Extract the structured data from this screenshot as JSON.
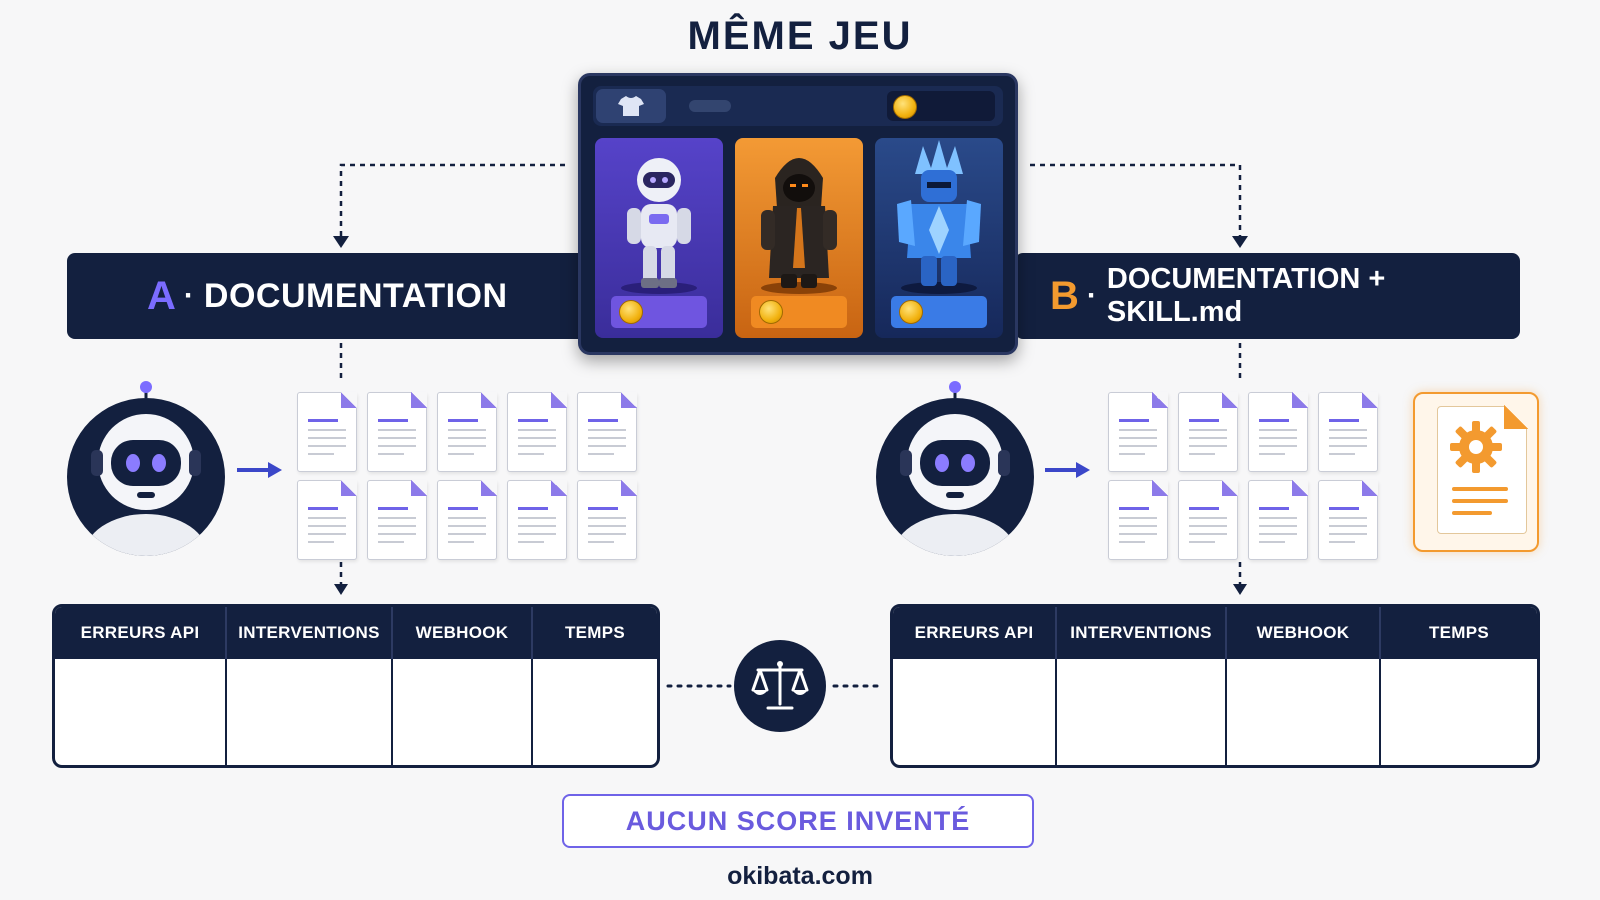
{
  "title": "MÊME JEU",
  "variant_a": {
    "letter": "A",
    "separator": "·",
    "label": "DOCUMENTATION"
  },
  "variant_b": {
    "letter": "B",
    "separator": "·",
    "label": "DOCUMENTATION + SKILL.md"
  },
  "shop": {
    "tab_icon": "tshirt-icon",
    "cards": [
      {
        "name": "astronaut-robot-skin",
        "color": "#4b3bb8",
        "button_color": "#6f55e0"
      },
      {
        "name": "hooded-ninja-skin",
        "color": "#e07a1c",
        "button_color": "#f08a22"
      },
      {
        "name": "crystal-knight-skin",
        "color": "#1f3a78",
        "button_color": "#3a7be6"
      }
    ]
  },
  "metrics_columns": [
    "ERREURS API",
    "INTERVENTIONS",
    "WEBHOOK",
    "TEMPS"
  ],
  "footer_note": "AUCUN SCORE INVENTÉ",
  "site": "okibata.com",
  "colors": {
    "navy": "#13203f",
    "accent_purple": "#6f63e8",
    "accent_orange": "#f39a2f"
  }
}
